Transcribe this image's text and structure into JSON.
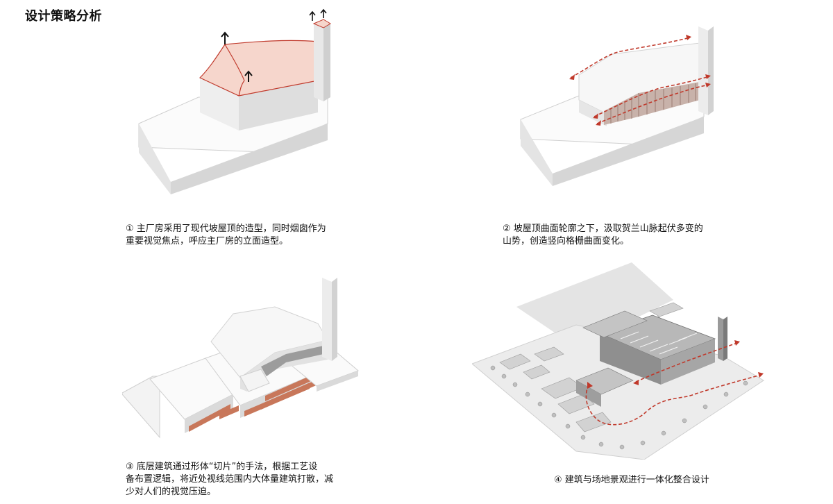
{
  "page": {
    "title": "设计策略分析"
  },
  "captions": {
    "c1": [
      "① 主厂房采用了现代坡屋顶的造型，同时烟囱作为",
      "重要视觉焦点，呼应主厂房的立面造型。"
    ],
    "c2": [
      "② 坡屋顶曲面轮廓之下，汲取贺兰山脉起伏多变的",
      "山势，创造竖向格栅曲面变化。"
    ],
    "c3": [
      "③ 底层建筑通过形体“切片”的手法，根据工艺设",
      "备布置逻辑，将近处视线范围内大体量建筑打散，减",
      "少对人们的视觉压迫。"
    ],
    "c4": [
      "④ 建筑与场地景观进行一体化整合设计"
    ]
  },
  "colors": {
    "accent_red": "#c0392b",
    "roof_fill": "#f6d6cc",
    "slice_brick": "#c8775a",
    "mass_white": "#fafafa",
    "mass_shade": "#d9d9d9",
    "site_gray": "#cfcfcf"
  }
}
